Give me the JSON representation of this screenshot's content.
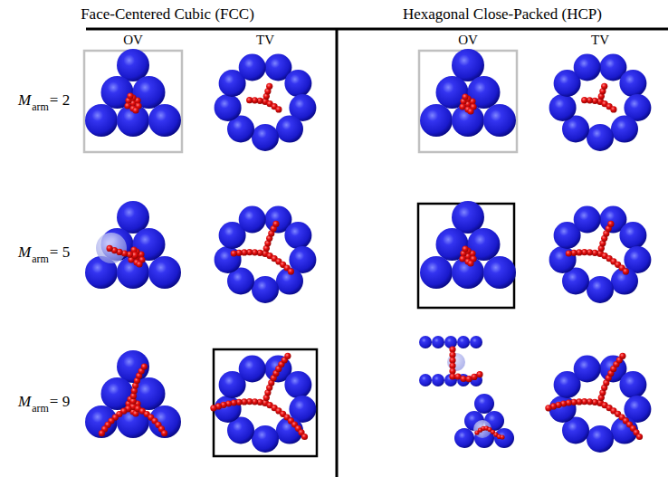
{
  "diagram": {
    "labels": [
      "Face-Centered Cubic (FCC)",
      "Hexagonal Close-Packed (HCP)",
      "OV",
      "TV",
      "OV",
      "TV",
      "M",
      "arm",
      "= 2",
      "M",
      "arm",
      "= 5",
      "M",
      "arm",
      "= 9"
    ]
  }
}
